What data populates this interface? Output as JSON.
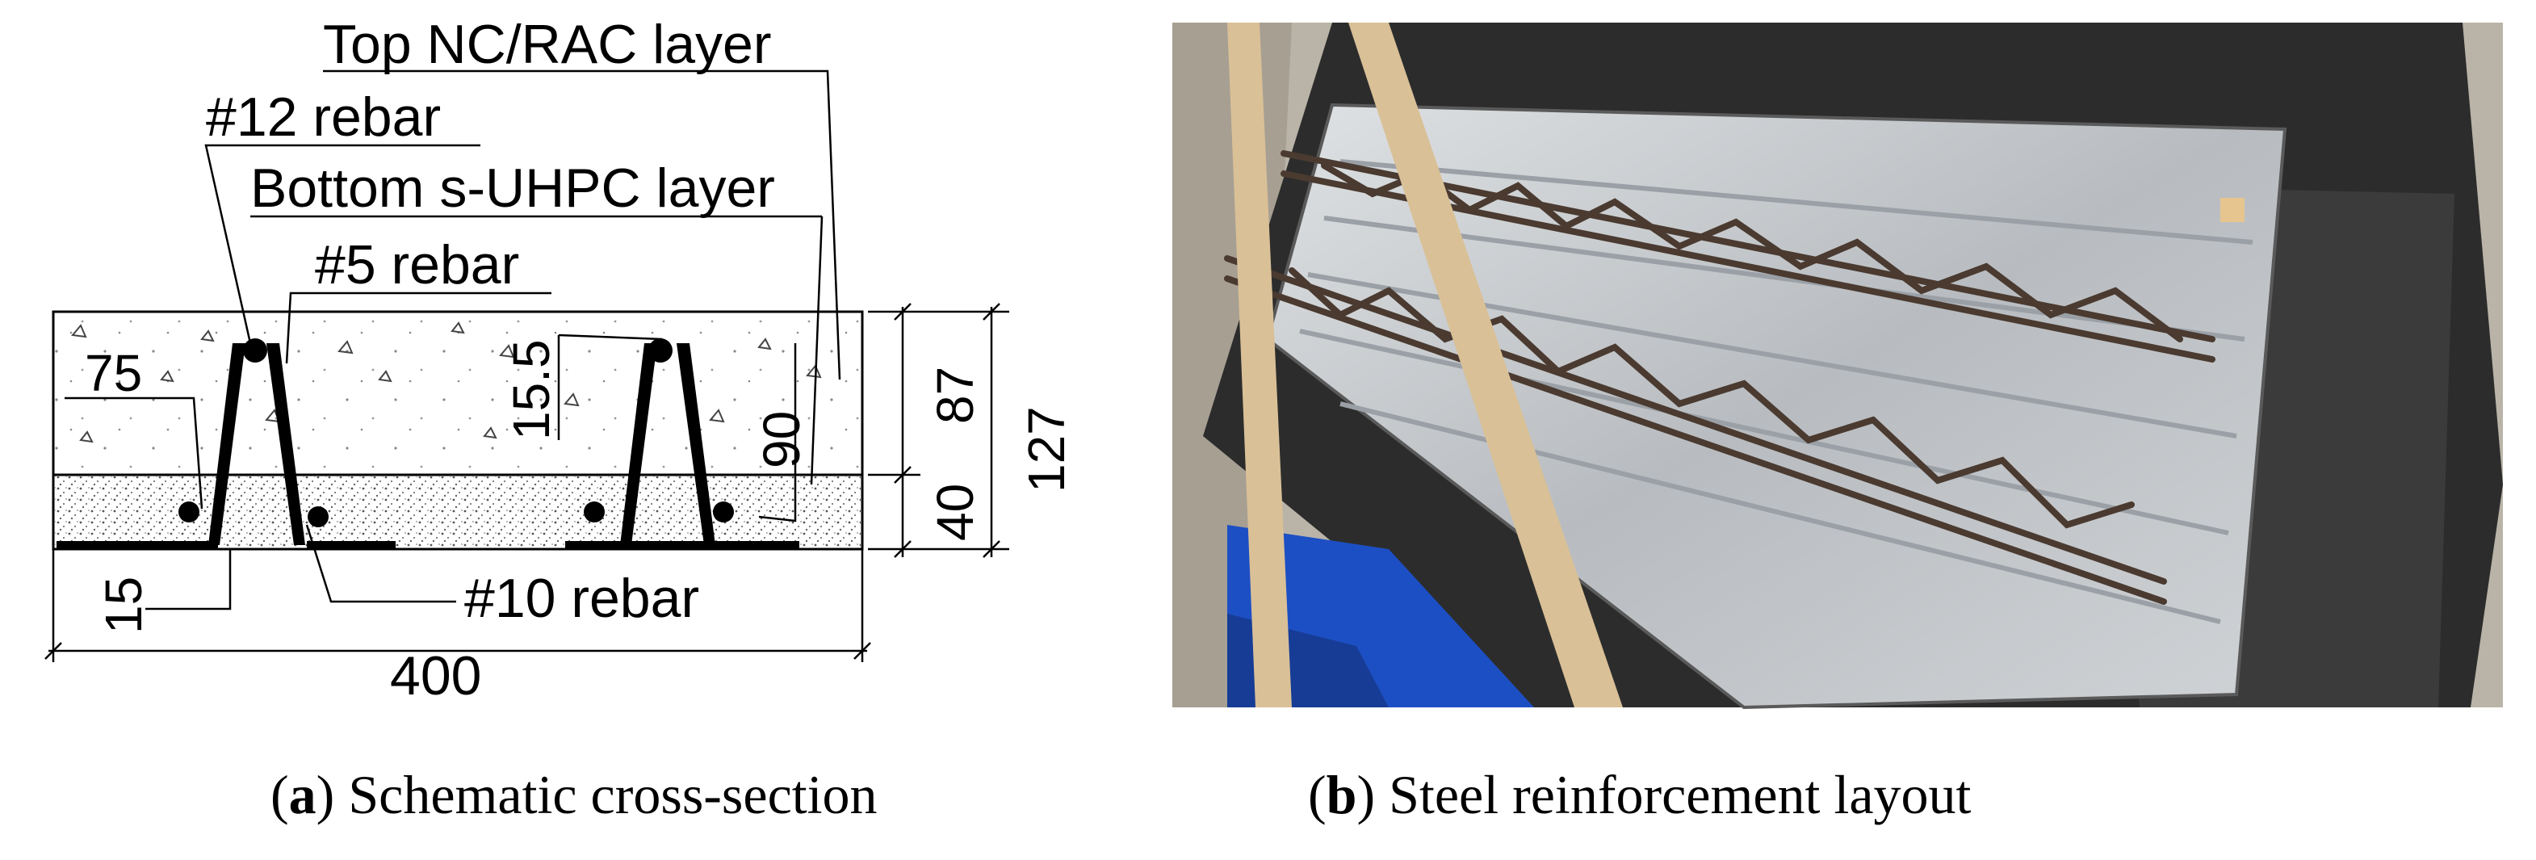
{
  "schematic": {
    "labels": {
      "top_layer": "Top NC/RAC layer",
      "rebar_12": "#12 rebar",
      "bottom_layer": "Bottom s-UHPC layer",
      "rebar_5": "#5 rebar",
      "rebar_10": "#10 rebar"
    },
    "dimensions": {
      "d75": "75",
      "d15_5": "15.5",
      "d90": "90",
      "d87": "87",
      "d40": "40",
      "d127": "127",
      "d15": "15",
      "d400": "400"
    }
  },
  "photo": {
    "colors": {
      "floor": "#b9b3a6",
      "mold": "#2c2c2c",
      "deck": "#c8ccd0",
      "rebar": "#4a3a30",
      "strap": "#d9c097",
      "blue_base": "#1d4fc4"
    }
  },
  "captions": {
    "a_letter": "a",
    "a_text": "Schematic cross-section",
    "b_letter": "b",
    "b_text": "Steel reinforcement layout"
  }
}
